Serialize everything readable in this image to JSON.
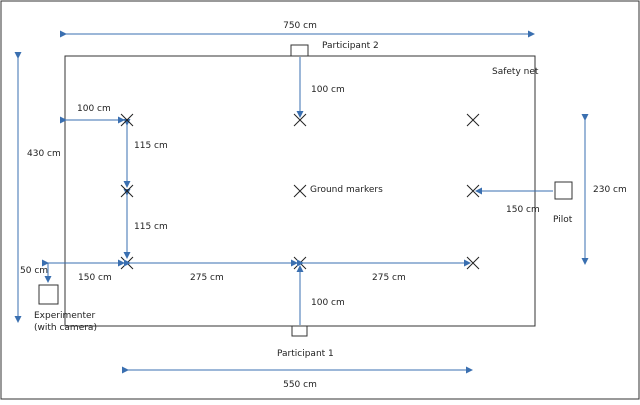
{
  "colors": {
    "frame": "#333333",
    "arrow": "#3a6fb0",
    "marker": "#222222",
    "text": "#222222"
  },
  "labels": {
    "top_width": "750 cm",
    "participant_2": "Participant 2",
    "safety_net": "Safety net",
    "p2_distance": "100 cm",
    "left_height": "430 cm",
    "left_offset": "100 cm",
    "vertical_gap_1": "115 cm",
    "ground_markers": "Ground markers",
    "vertical_gap_2": "115 cm",
    "pilot_distance": "150 cm",
    "pilot": "Pilot",
    "right_height": "230 cm",
    "experimenter_offset": "50 cm",
    "bottom_left_offset": "150 cm",
    "spacing_1": "275 cm",
    "spacing_2": "275 cm",
    "p1_distance": "100 cm",
    "experimenter_line1": "Experimenter",
    "experimenter_line2": "(with camera)",
    "participant_1": "Participant 1",
    "bottom_width": "550 cm"
  },
  "icons": [
    "ground-marker-x-icon",
    "participant-box-icon",
    "pilot-box-icon",
    "experimenter-camera-icon"
  ]
}
